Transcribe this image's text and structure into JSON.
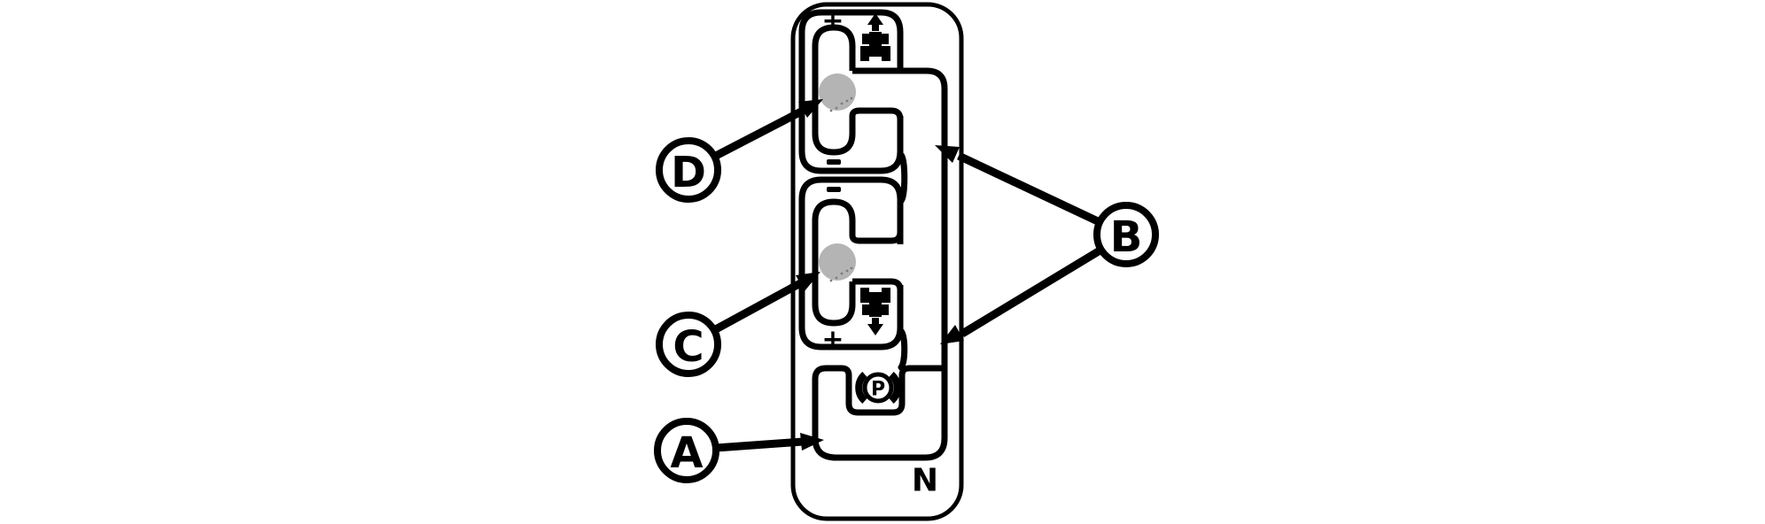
{
  "diagram": {
    "title": "shift-lever-gate-pattern",
    "labels": {
      "plus_top": "+",
      "minus_upper_slot": "-",
      "minus_lower_slot": "-",
      "plus_bottom": "+",
      "park": "P",
      "neutral": "N"
    },
    "callouts": {
      "a": "A",
      "b": "B",
      "c": "C",
      "d": "D"
    },
    "icons": [
      "tractor-forward-icon",
      "tractor-reverse-icon",
      "park-brake-icon"
    ],
    "colors": {
      "line": "#000000",
      "knob_gray": "#b4b4b4",
      "speckle_gray": "#7d7d7d",
      "background": "#ffffff"
    }
  }
}
